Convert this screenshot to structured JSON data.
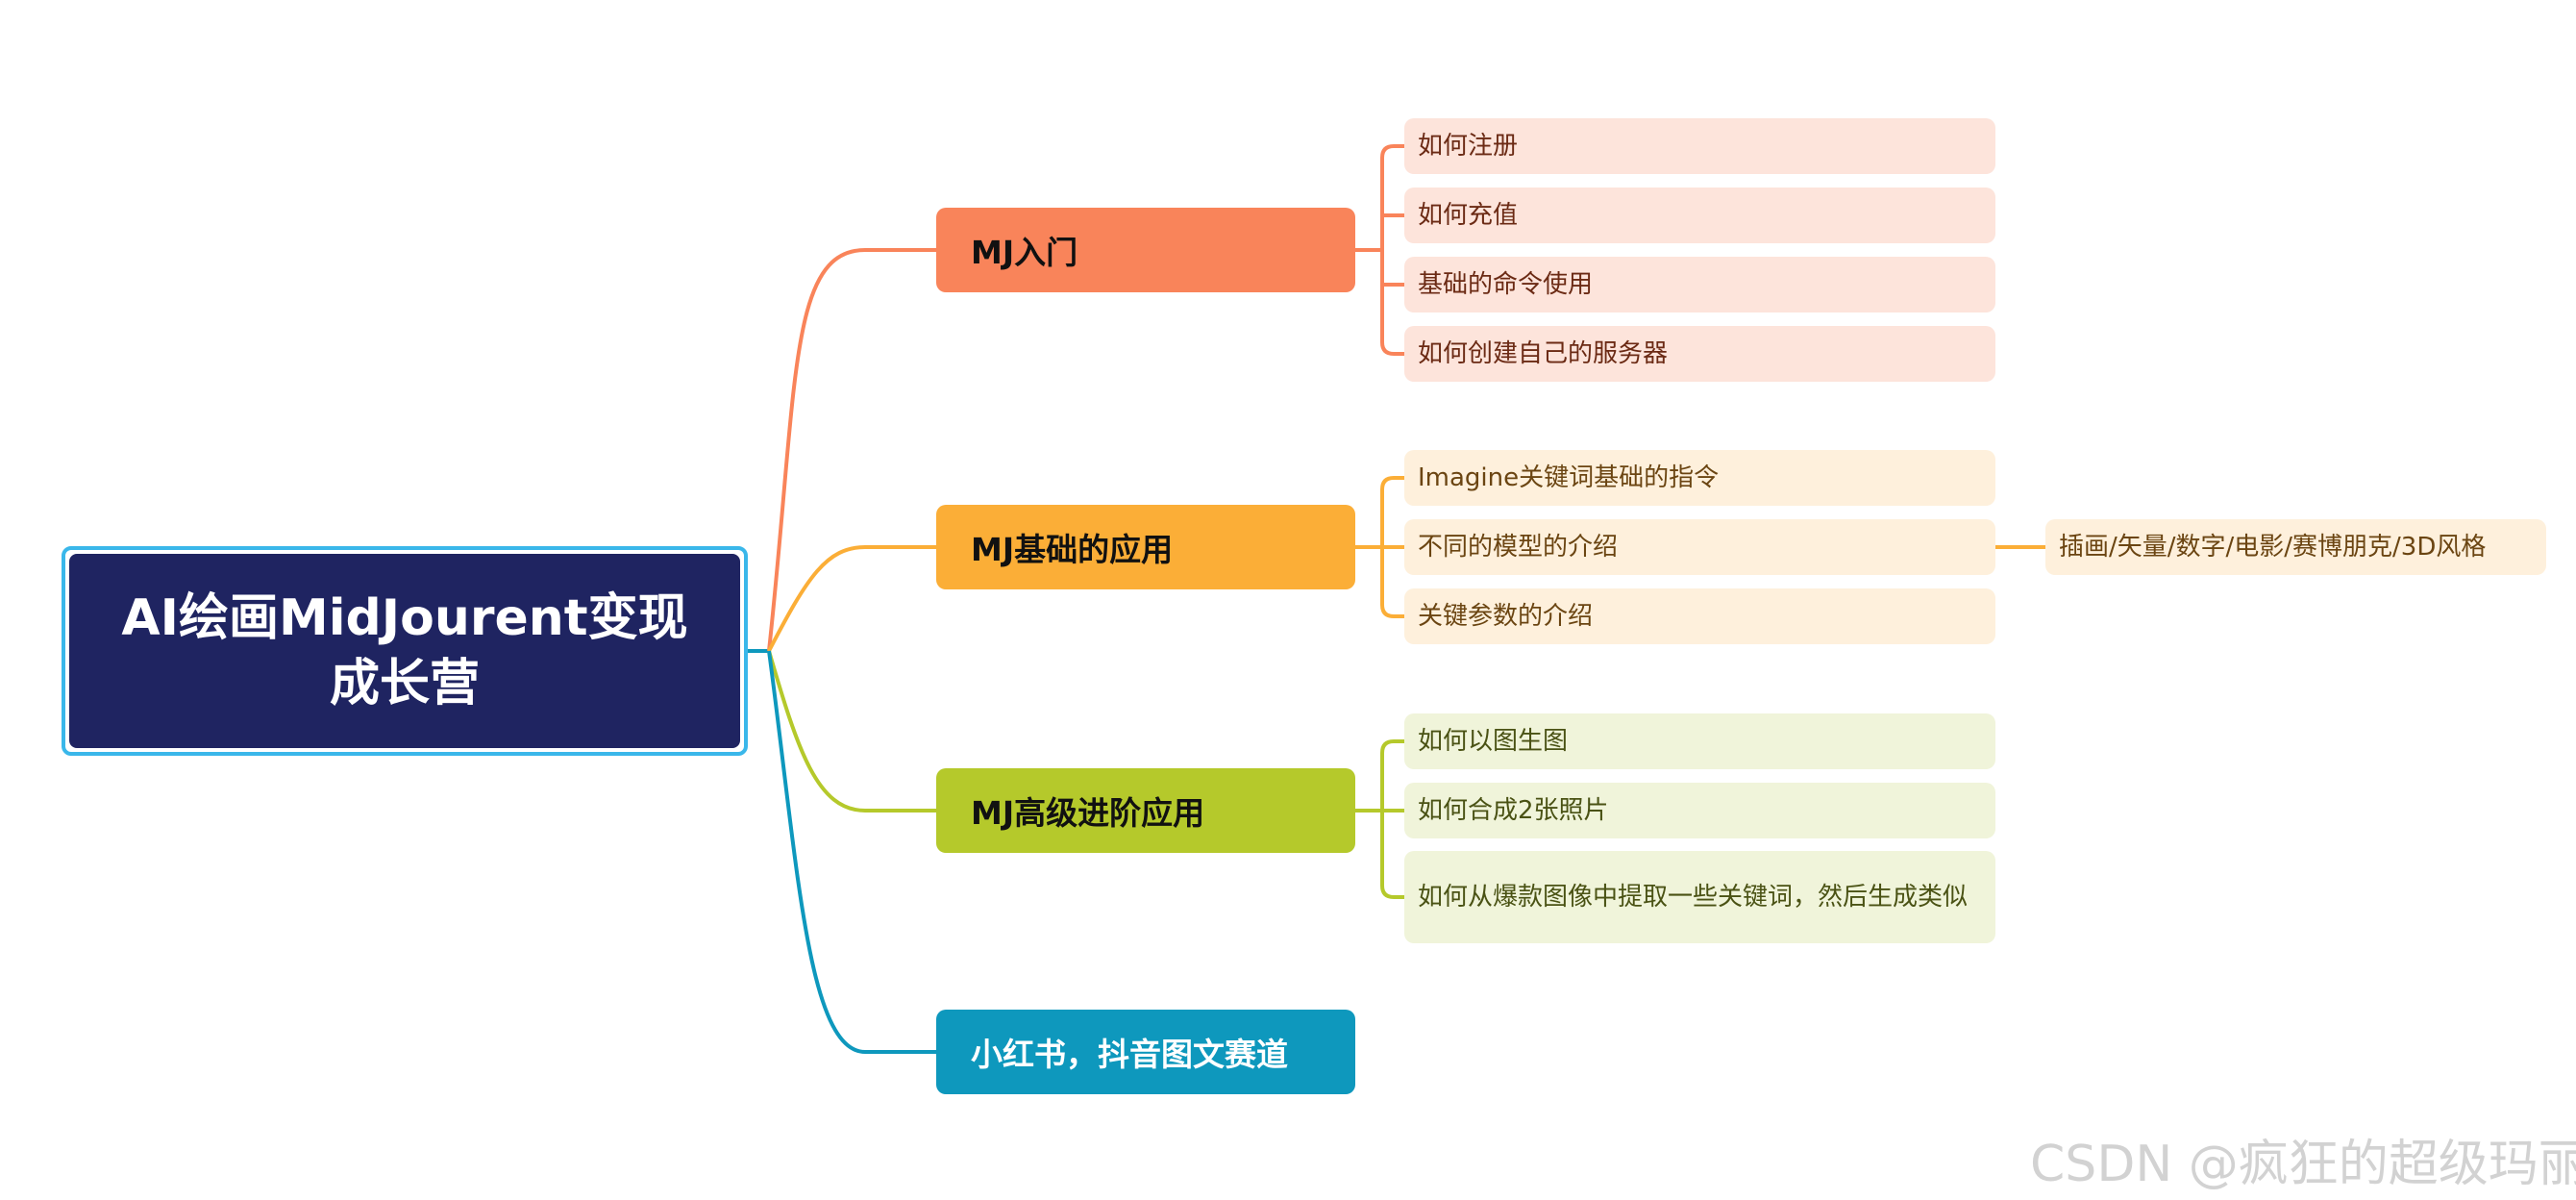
{
  "root": {
    "title": "AI绘画MidJourent变现成长营"
  },
  "branches": [
    {
      "label": "MJ入门",
      "color": "#F9845A",
      "leaf_bg": "#FDE4DB",
      "leaves": [
        "如何注册",
        "如何充值",
        "基础的命令使用",
        "如何创建自己的服务器"
      ]
    },
    {
      "label": "MJ基础的应用",
      "color": "#FBAE37",
      "leaf_bg": "#FEF0DC",
      "leaves": [
        "Imagine关键词基础的指令",
        "不同的模型的介绍",
        "关键参数的介绍"
      ],
      "sub_leaf": "插画/矢量/数字/电影/赛博朋克/3D风格"
    },
    {
      "label": "MJ高级进阶应用",
      "color": "#B5C92B",
      "leaf_bg": "#F0F4DA",
      "leaves": [
        "如何以图生图",
        "如何合成2张照片",
        "如何从爆款图像中提取一些关键词，然后生成类似"
      ]
    },
    {
      "label": "小红书，抖音图文赛道",
      "color": "#0E98BD"
    }
  ],
  "watermark": "CSDN @疯狂的超级玛丽"
}
